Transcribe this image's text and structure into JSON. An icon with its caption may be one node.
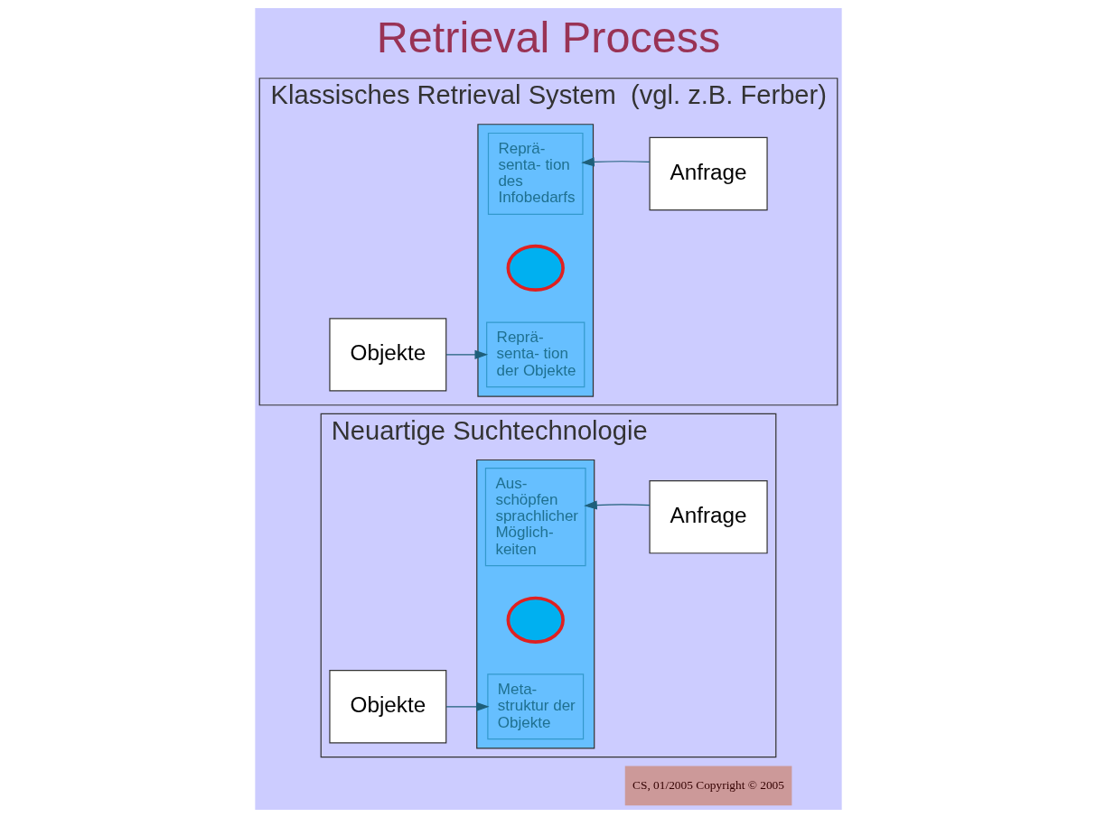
{
  "diagram": {
    "title": "Retrieval Process",
    "nodes": [
      {
        "text": [
          "Klassisches Retrieval System",
          "(vgl. z.B. Ferber)"
        ]
      },
      {
        "text": [
          "Objekte"
        ],
        "in": 0
      },
      {
        "text": [],
        "shape": "box",
        "in": 0
      },
      {
        "text": [
          "Reprä- senta- tion der Objekte"
        ],
        "in": 2
      },
      {
        "text": [],
        "shape": "ellipse",
        "in": 2
      },
      {
        "text": [
          "Reprä- senta- tion des Infobedarfs"
        ],
        "in": 2
      },
      {
        "text": [
          "Anfrage"
        ],
        "in": 0
      },
      {
        "text": [
          "Neuartige Suchtechnologie"
        ]
      },
      {
        "text": [
          "Objekte"
        ],
        "in": 7
      },
      {
        "text": [],
        "shape": "box",
        "in": 7
      },
      {
        "text": [
          "Meta- struktur der Objekte"
        ],
        "in": 9
      },
      {
        "text": [],
        "shape": "ellipse",
        "in": 9
      },
      {
        "text": [
          "Aus- schöpfen sprachlicher Möglich- keiten"
        ],
        "in": 9
      },
      {
        "text": [
          "Anfrage"
        ],
        "in": 7
      }
    ],
    "edges": [
      {
        "from": 1,
        "to": 3,
        "arrow": "to"
      },
      {
        "from": 6,
        "to": 5,
        "arrow": "to"
      },
      {
        "from": 8,
        "to": 10,
        "arrow": "to"
      },
      {
        "from": 13,
        "to": 12,
        "arrow": "to"
      }
    ],
    "labels": [
      "CS, 01/2005 Copyright © 2005"
    ]
  }
}
